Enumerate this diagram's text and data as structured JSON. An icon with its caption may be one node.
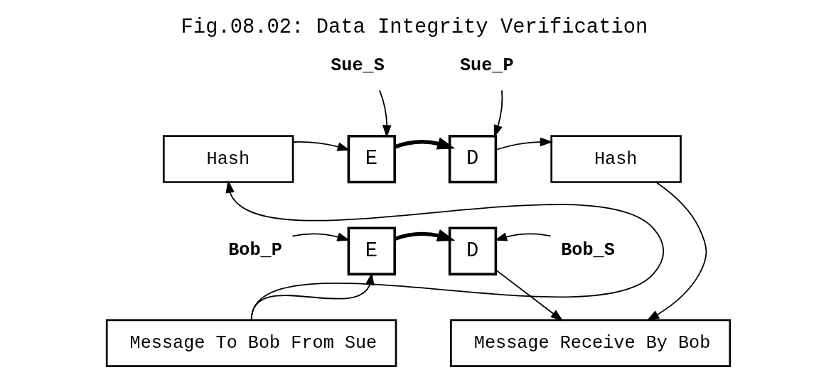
{
  "diagram": {
    "title": "Fig.08.02: Data Integrity Verification",
    "nodes": [
      {
        "text": [
          "Sue_S"
        ]
      },
      {
        "text": [
          "Sue_P"
        ]
      },
      {
        "text": [
          "Hash"
        ]
      },
      {
        "text": [
          "E"
        ]
      },
      {
        "text": [
          "D"
        ]
      },
      {
        "text": [
          "Hash"
        ]
      },
      {
        "text": [
          "Bob_P"
        ]
      },
      {
        "text": [
          "E"
        ]
      },
      {
        "text": [
          "D"
        ]
      },
      {
        "text": [
          "Bob_S"
        ]
      },
      {
        "text": [
          "Message To Bob From Sue"
        ]
      },
      {
        "text": [
          "Message Receive By Bob"
        ]
      }
    ],
    "edges": [
      {
        "from": 0,
        "to": 3,
        "arrow": "to"
      },
      {
        "from": 1,
        "to": 4,
        "arrow": "to"
      },
      {
        "from": 2,
        "to": 3,
        "arrow": "to"
      },
      {
        "from": 3,
        "to": 4,
        "arrow": "to",
        "style": "thick"
      },
      {
        "from": 4,
        "to": 5,
        "arrow": "to"
      },
      {
        "from": 6,
        "to": 7,
        "arrow": "to"
      },
      {
        "from": 7,
        "to": 8,
        "arrow": "to",
        "style": "thick"
      },
      {
        "from": 9,
        "to": 8,
        "arrow": "to"
      },
      {
        "from": 10,
        "to": 2,
        "arrow": "to"
      },
      {
        "from": 10,
        "to": 7,
        "arrow": "to"
      },
      {
        "from": 8,
        "to": 11,
        "arrow": "to"
      },
      {
        "from": 5,
        "to": 11,
        "arrow": "to"
      }
    ]
  }
}
